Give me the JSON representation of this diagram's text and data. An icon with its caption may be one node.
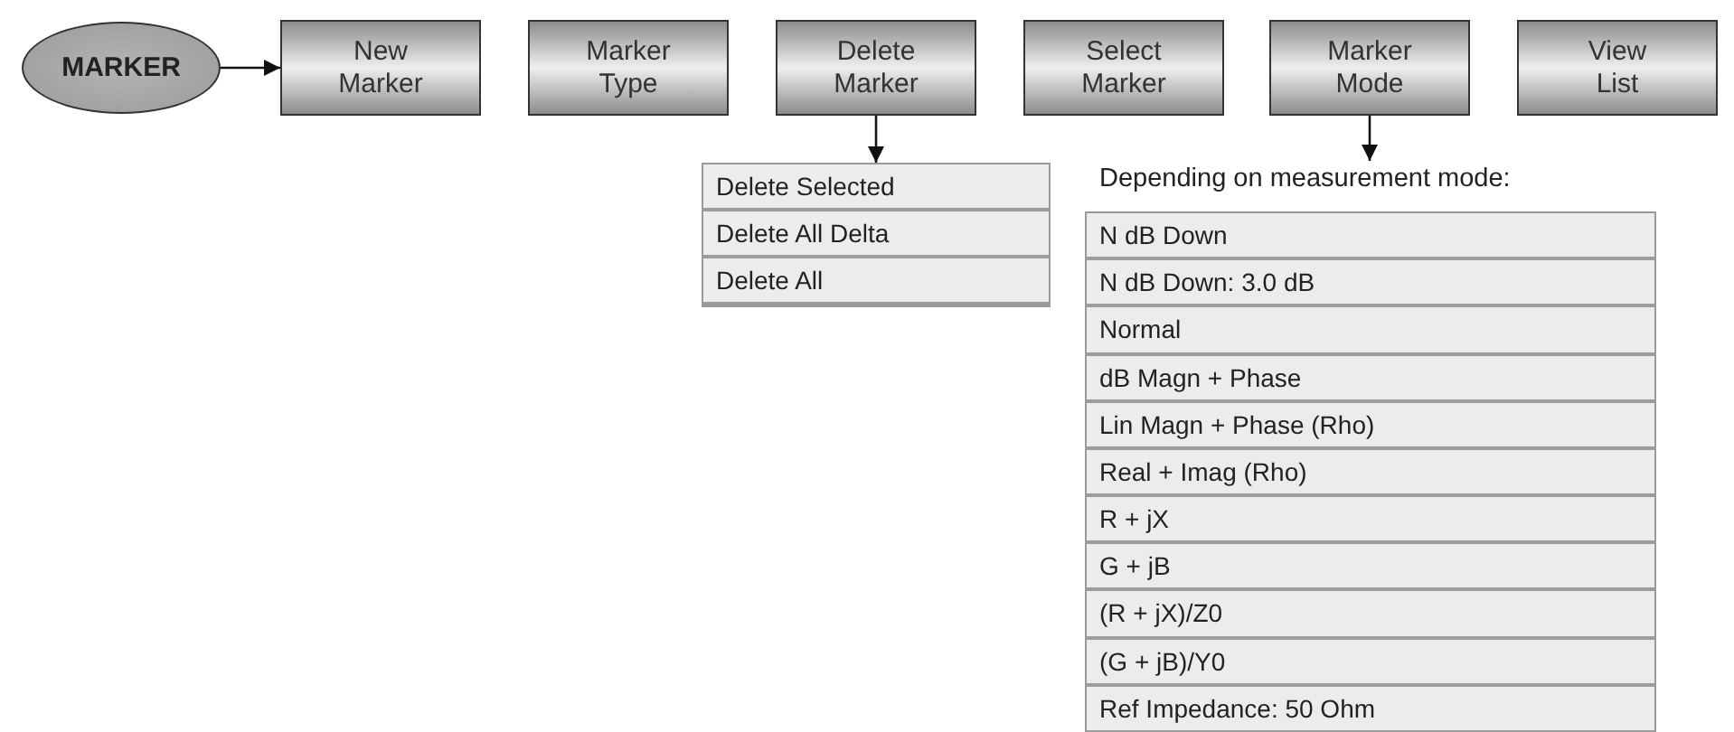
{
  "diagram": {
    "nodes": [
      {
        "text": [
          "MARKER"
        ]
      },
      {
        "text": [
          "New Marker"
        ]
      },
      {
        "text": [
          "Marker Type"
        ]
      },
      {
        "text": [
          "Delete Marker"
        ]
      },
      {
        "text": [
          "Select Marker"
        ]
      },
      {
        "text": [
          "Marker Mode"
        ]
      },
      {
        "text": [
          "View List"
        ]
      },
      {
        "text": [],
        "shape": "box"
      },
      {
        "text": [
          "Delete Selected"
        ],
        "in": 7
      },
      {
        "text": [
          "Delete All Delta"
        ],
        "in": 7
      },
      {
        "text": [
          "Delete All"
        ],
        "in": 7
      },
      {
        "text": [
          "Depending on measurement mode:"
        ]
      },
      {
        "text": [
          "N dB Down"
        ],
        "in": 11
      },
      {
        "text": [
          "N dB Down: 3.0 dB"
        ],
        "in": 11
      },
      {
        "text": [
          "Normal"
        ],
        "in": 11
      },
      {
        "text": [
          "dB Magn + Phase"
        ],
        "in": 11
      },
      {
        "text": [
          "Lin Magn + Phase (Rho)"
        ],
        "in": 11
      },
      {
        "text": [
          "Real + Imag (Rho)"
        ],
        "in": 11
      },
      {
        "text": [
          "R + jX"
        ],
        "in": 11
      },
      {
        "text": [
          "G + jB"
        ],
        "in": 11
      },
      {
        "text": [
          "(R + jX)/Z0"
        ],
        "in": 11
      },
      {
        "text": [
          "(G + jB)/Y0"
        ],
        "in": 11
      },
      {
        "text": [
          "Ref Impedance: 50 Ohm"
        ],
        "in": 11
      }
    ],
    "edges": [
      {
        "from": 0,
        "to": 1,
        "arrow": "to"
      },
      {
        "from": 3,
        "to": 7,
        "arrow": "to"
      },
      {
        "from": 5,
        "to": 11,
        "arrow": "to"
      }
    ]
  }
}
